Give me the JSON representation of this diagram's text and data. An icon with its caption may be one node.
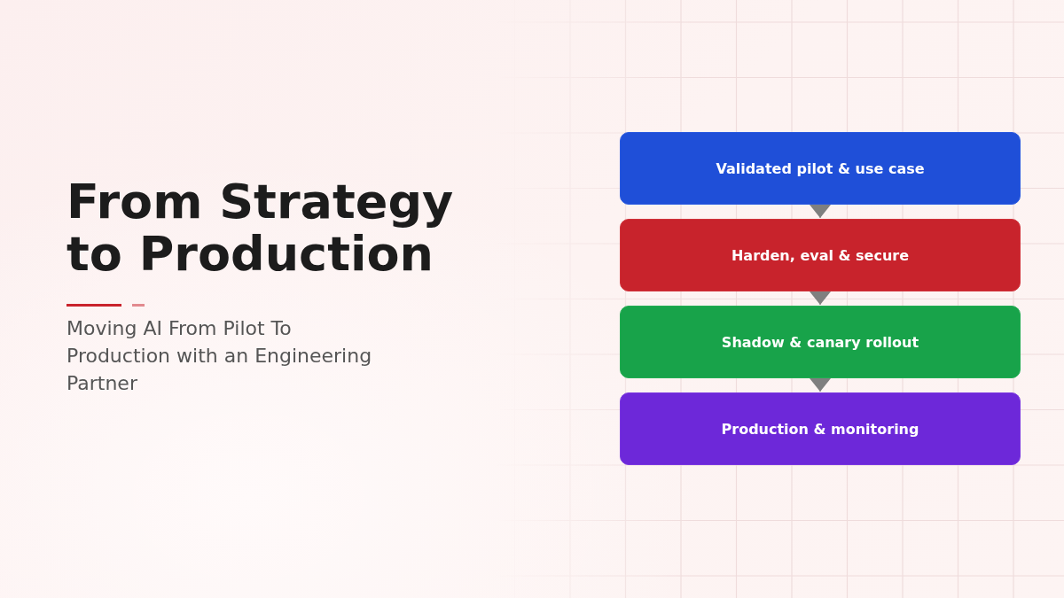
{
  "diagram": {
    "title": "From Strategy to Production",
    "nodes": [
      {
        "text": [
          "Validated pilot & use case"
        ]
      },
      {
        "text": [
          "Harden, eval & secure"
        ]
      },
      {
        "text": [
          "Shadow & canary rollout"
        ]
      },
      {
        "text": [
          "Production & monitoring"
        ]
      }
    ],
    "edges": [
      {
        "from": 0,
        "to": 1,
        "arrow": "to"
      },
      {
        "from": 1,
        "to": 2,
        "arrow": "to"
      },
      {
        "from": 2,
        "to": 3,
        "arrow": "to"
      }
    ],
    "labels": [
      "Moving AI From Pilot To Production with an Engineering Partner"
    ]
  }
}
